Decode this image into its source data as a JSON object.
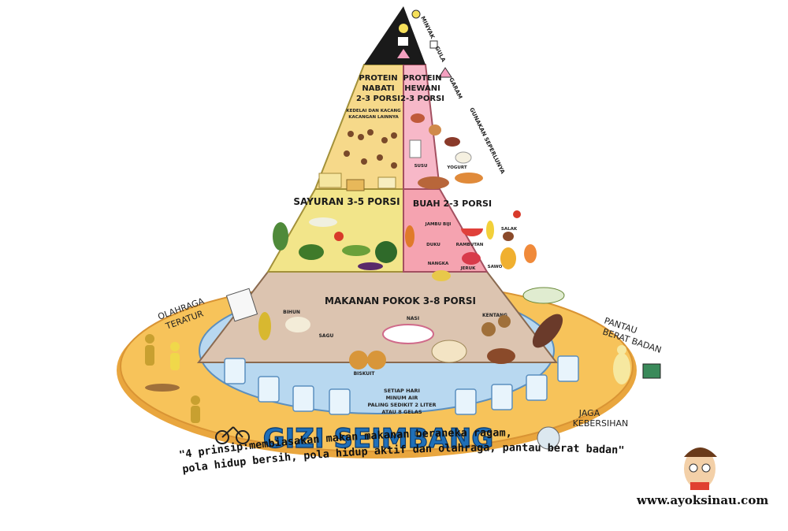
{
  "tiers": {
    "top_legend": [
      "MINYAK",
      "GULA",
      "GARAM",
      "GUNAKAN SEPERLUNYA"
    ],
    "protein_nabati": [
      "PROTEIN",
      "NABATI",
      "2-3 PORSI"
    ],
    "protein_nabati_note": [
      "KEDELAI DAN KACANG",
      "KACANGAN LAINNYA"
    ],
    "protein_hewani": [
      "PROTEIN",
      "HEWANI",
      "2-3 PORSI"
    ],
    "protein_hewani_items": [
      "SUSU",
      "YOGURT"
    ],
    "sayuran": "SAYURAN 3-5 PORSI",
    "buah": "BUAH 2-3 PORSI",
    "buah_items": [
      "JAMBU BIJI",
      "SALAK",
      "DUKU",
      "RAMBUTAN",
      "NANGKA",
      "JERUK",
      "SAWO"
    ],
    "makanan_pokok": "MAKANAN POKOK 3-8 PORSI",
    "makanan_pokok_items": [
      "BIHUN",
      "NASI",
      "KENTANG",
      "SAGU",
      "BISKUIT"
    ],
    "air": [
      "SETIAP HARI",
      "MINUM AIR",
      "PALING SEDIKIT 2 LITER",
      "ATAU 8 GELAS"
    ]
  },
  "sides": {
    "olahraga": [
      "OLAHRAGA",
      "TERATUR"
    ],
    "pantau": [
      "PANTAU",
      "BERAT BADAN"
    ],
    "jaga": [
      "JAGA",
      "KEBERSIHAN"
    ]
  },
  "title": "GIZI SEIMBANG",
  "principle_line1": "\"4 prinsip:membiasakan makan makanan beraneka ragam,",
  "principle_line2": "pola hidup bersih, pola hidup aktif dan olahraga, pantau berat badan\"",
  "website": "www.ayoksinau.com",
  "colors": {
    "top": "#1a1a1a",
    "protein_nabati": "#f6d98a",
    "protein_hewani": "#f7b8c8",
    "sayuran": "#f2e58a",
    "buah": "#f5a3b0",
    "makanan_pokok": "#dcc4b0",
    "air": "#b8d8f0",
    "base": "#f7c35a",
    "title_blue": "#1f6fb8"
  }
}
